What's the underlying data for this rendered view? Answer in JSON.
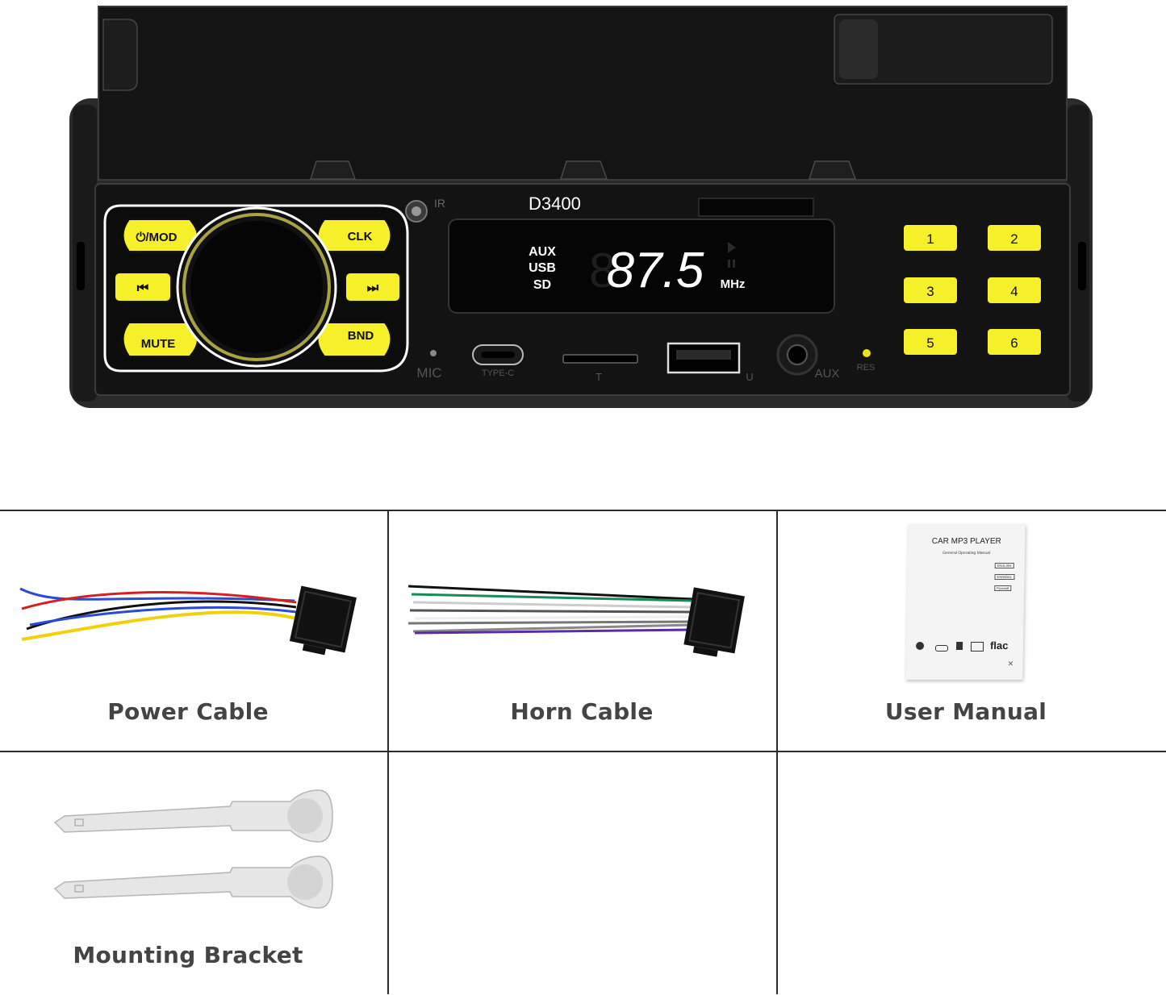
{
  "device": {
    "model": "D3400",
    "ir_label": "IR",
    "buttons": {
      "mod": "⏻/MOD",
      "clk": "CLK",
      "prev": "⏮",
      "next": "⏭",
      "mute": "MUTE",
      "bnd": "BND"
    },
    "display": {
      "sources": [
        "AUX",
        "USB",
        "SD"
      ],
      "frequency": "87.5",
      "unit": "MHz"
    },
    "presets": [
      "1",
      "2",
      "3",
      "4",
      "5",
      "6"
    ],
    "ports": {
      "mic": "MIC",
      "type_c": "TYPE-C",
      "tf": "T",
      "usb": "U",
      "aux": "AUX",
      "res": "RES"
    },
    "colors": {
      "accent": "#f5f02a",
      "body": "#141414"
    }
  },
  "manual": {
    "title": "CAR MP3 PLAYER",
    "subtitle": "General Operating Manual",
    "languages": [
      "ENGLISH",
      "ESPAÑOL",
      "Pусский"
    ],
    "format": "flac"
  },
  "accessories": {
    "power_cable": "Power Cable",
    "horn_cable": "Horn Cable",
    "user_manual": "User Manual",
    "mounting_bracket": "Mounting Bracket"
  }
}
